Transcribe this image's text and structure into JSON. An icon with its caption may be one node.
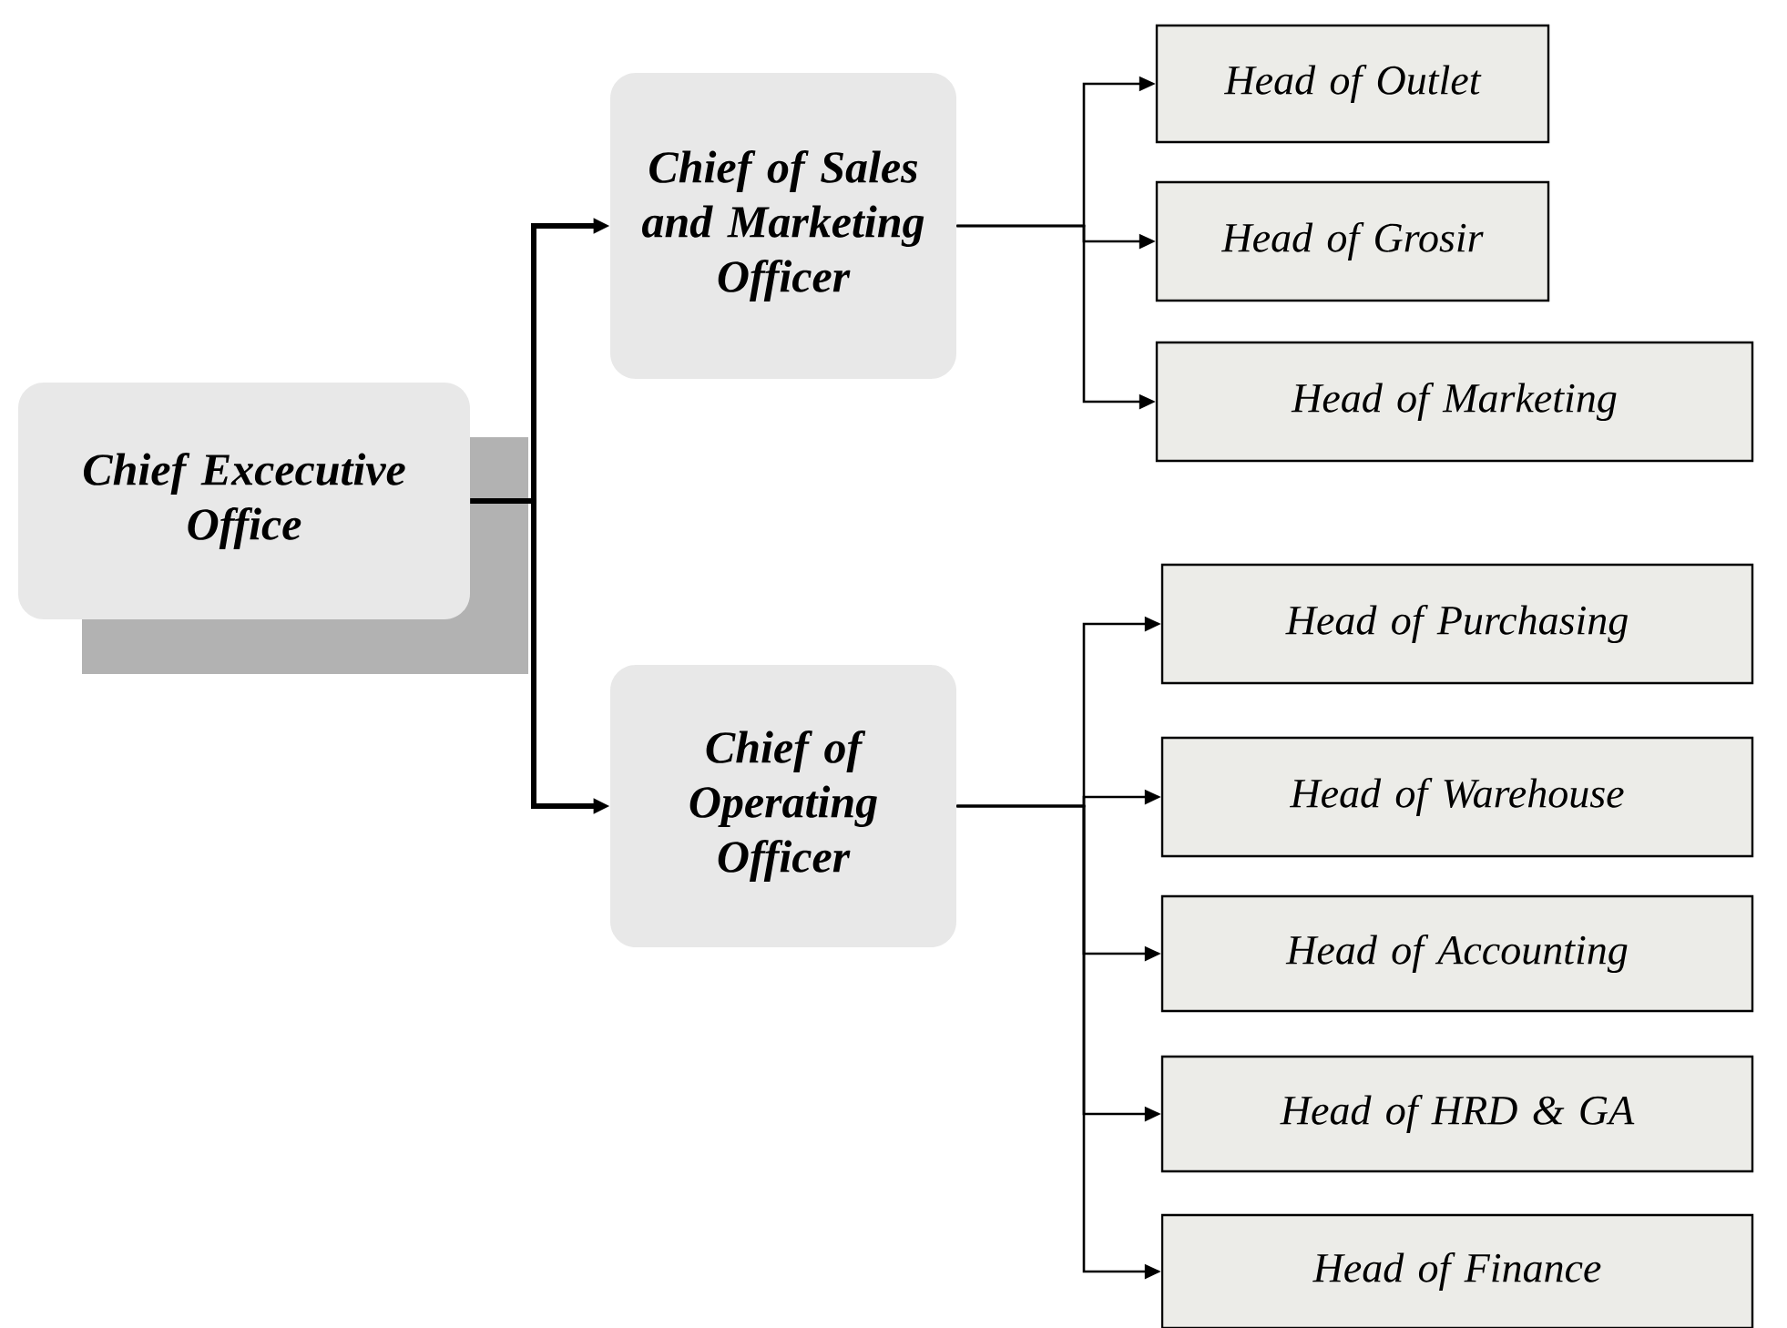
{
  "diagram": {
    "nodes": [
      {
        "text": [
          "Chief Excecutive Office"
        ]
      },
      {
        "text": [
          "Chief of Sales and Marketing Officer"
        ]
      },
      {
        "text": [
          "Chief of Operating Officer"
        ]
      },
      {
        "text": [
          "Head of Outlet"
        ]
      },
      {
        "text": [
          "Head of Grosir"
        ]
      },
      {
        "text": [
          "Head of Marketing"
        ]
      },
      {
        "text": [
          "Head of Purchasing"
        ]
      },
      {
        "text": [
          "Head of Warehouse"
        ]
      },
      {
        "text": [
          "Head of Accounting"
        ]
      },
      {
        "text": [
          "Head of HRD & GA"
        ]
      },
      {
        "text": [
          "Head of Finance"
        ]
      }
    ],
    "edges": [
      {
        "from": 0,
        "to": 1,
        "arrow": "to",
        "style": "thick"
      },
      {
        "from": 0,
        "to": 2,
        "arrow": "to",
        "style": "thick"
      },
      {
        "from": 1,
        "to": 3,
        "arrow": "to"
      },
      {
        "from": 1,
        "to": 4,
        "arrow": "to"
      },
      {
        "from": 1,
        "to": 5,
        "arrow": "to"
      },
      {
        "from": 2,
        "to": 6,
        "arrow": "to"
      },
      {
        "from": 2,
        "to": 7,
        "arrow": "to"
      },
      {
        "from": 2,
        "to": 8,
        "arrow": "to"
      },
      {
        "from": 2,
        "to": 9,
        "arrow": "to"
      },
      {
        "from": 2,
        "to": 10,
        "arrow": "to"
      }
    ]
  }
}
